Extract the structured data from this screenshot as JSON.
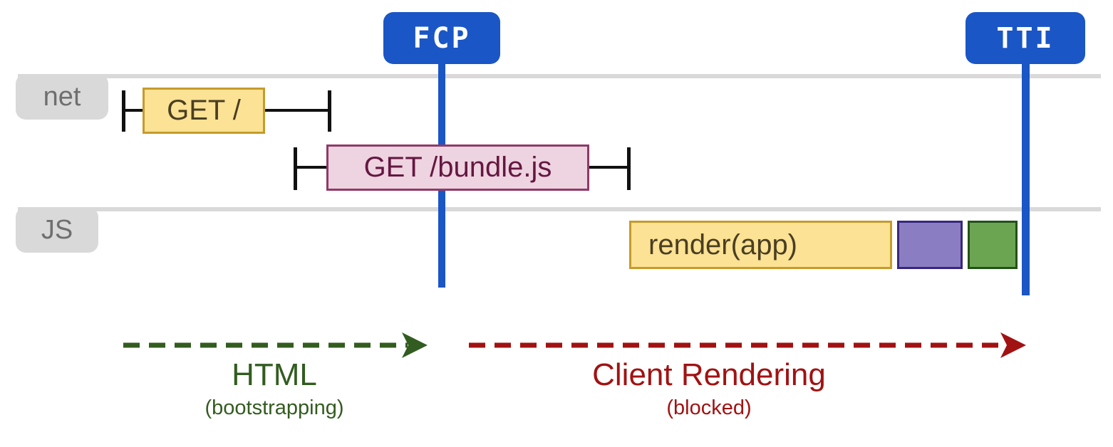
{
  "badges": {
    "fcp": "FCP",
    "tti": "TTI"
  },
  "lanes": {
    "net": "net",
    "js": "JS"
  },
  "tasks": {
    "get_root": "GET /",
    "get_bundle": "GET /bundle.js",
    "render": "render(app)"
  },
  "phases": {
    "html_title": "HTML",
    "html_subtitle": "(bootstrapping)",
    "client_title": "Client Rendering",
    "client_subtitle": "(blocked)"
  },
  "colors": {
    "marker_blue": "#1a56c5",
    "lane_gray": "#d9d9d9",
    "label_text": "#6f6f6f",
    "whisker_black": "#111111",
    "task_yellow_fill": "#fbe294",
    "task_yellow_border": "#c69b2b",
    "task_yellow_text": "#4a3e22",
    "request_pink_fill": "#eed3e0",
    "request_pink_border": "#8e3a67",
    "request_pink_text": "#641740",
    "chunk_purple_fill": "#8b7dc1",
    "chunk_purple_border": "#38277e",
    "chunk_green_fill": "#6ba552",
    "chunk_green_border": "#24511a",
    "html_phase_green": "#335c20",
    "client_phase_red": "#a11212"
  }
}
